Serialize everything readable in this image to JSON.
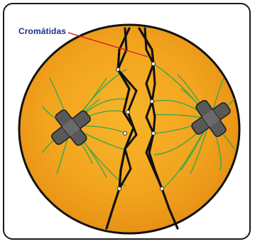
{
  "diagram": {
    "label": "Cromátidas",
    "colors": {
      "cell_fill_center": "#f5ad20",
      "cell_fill_edge": "#e38a10",
      "cell_outline": "#111111",
      "spindle_fibers": "#3fa64a",
      "chromatid": "#111111",
      "centromere_dot": "#ffffff",
      "centrosome": "#5c5c5c",
      "label_text": "#1f2f8f",
      "pointer_lines": "#d42020"
    },
    "icons": [
      "chromatid-pair",
      "centrosome-cross",
      "spindle-fiber"
    ]
  }
}
